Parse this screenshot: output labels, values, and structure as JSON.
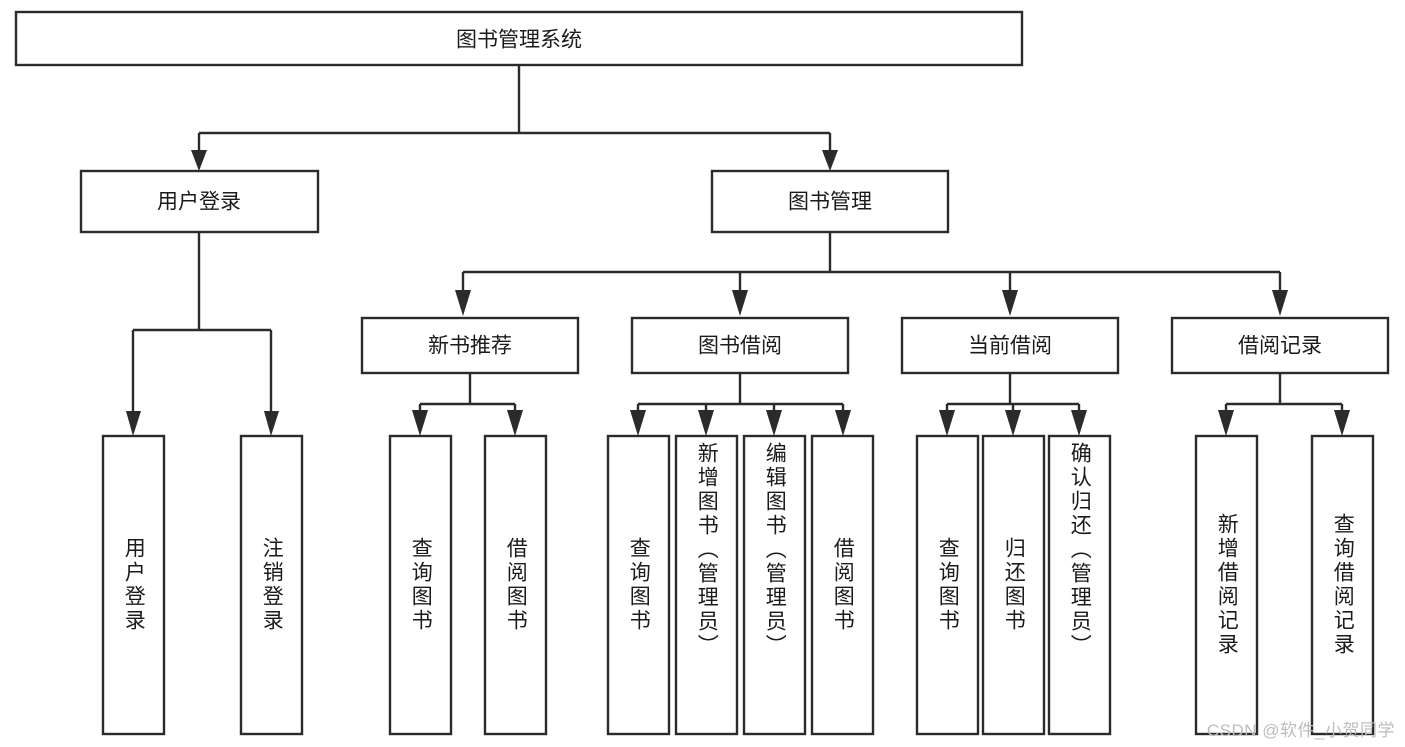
{
  "diagram": {
    "title": "图书管理系统",
    "watermark": "CSDN @软件_小贺同学",
    "levels": {
      "root": {
        "label": "图书管理系统"
      },
      "level2": [
        {
          "id": "user-login",
          "label": "用户登录"
        },
        {
          "id": "book-management",
          "label": "图书管理"
        }
      ],
      "level3": [
        {
          "id": "new-book-recommend",
          "label": "新书推荐"
        },
        {
          "id": "book-borrow",
          "label": "图书借阅"
        },
        {
          "id": "current-borrow",
          "label": "当前借阅"
        },
        {
          "id": "borrow-record",
          "label": "借阅记录"
        }
      ],
      "leaves": [
        {
          "id": "leaf-user-login",
          "label": "用户登录",
          "parent": "user-login"
        },
        {
          "id": "leaf-user-logout",
          "label": "注销登录",
          "parent": "user-login"
        },
        {
          "id": "leaf-query-book-1",
          "label": "查询图书",
          "parent": "new-book-recommend"
        },
        {
          "id": "leaf-borrow-book-1",
          "label": "借阅图书",
          "parent": "new-book-recommend"
        },
        {
          "id": "leaf-query-book-2",
          "label": "查询图书",
          "parent": "book-borrow"
        },
        {
          "id": "leaf-add-book",
          "label": "新增图书（管理员）",
          "parent": "book-borrow"
        },
        {
          "id": "leaf-edit-book",
          "label": "编辑图书（管理员）",
          "parent": "book-borrow"
        },
        {
          "id": "leaf-borrow-book-2",
          "label": "借阅图书",
          "parent": "book-borrow"
        },
        {
          "id": "leaf-query-book-3",
          "label": "查询图书",
          "parent": "current-borrow"
        },
        {
          "id": "leaf-return-book",
          "label": "归还图书",
          "parent": "current-borrow"
        },
        {
          "id": "leaf-confirm-return",
          "label": "确认归还（管理员）",
          "parent": "current-borrow"
        },
        {
          "id": "leaf-add-record",
          "label": "新增借阅记录",
          "parent": "borrow-record"
        },
        {
          "id": "leaf-query-record",
          "label": "查询借阅记录",
          "parent": "borrow-record"
        }
      ]
    },
    "colors": {
      "stroke": "#2b2b2b",
      "fill": "#ffffff",
      "text": "#1b1b1b",
      "watermark": "#bdbdbd"
    }
  }
}
